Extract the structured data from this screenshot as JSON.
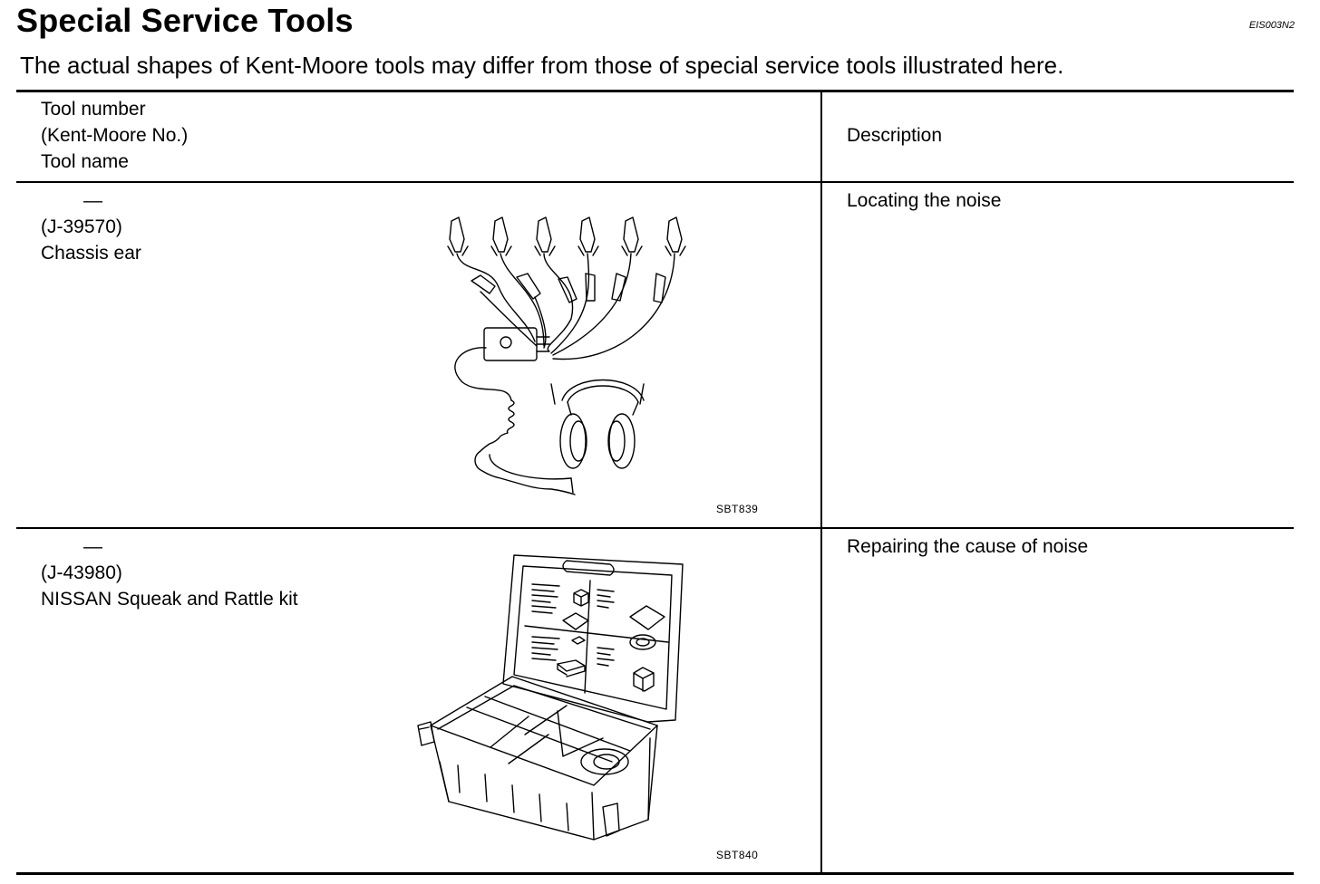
{
  "title": "Special Service Tools",
  "doc_id": "EIS003N2",
  "subtitle": "The actual shapes of Kent-Moore tools may differ from those of special service tools illustrated here.",
  "table": {
    "header": {
      "col1": [
        "Tool number",
        "(Kent-Moore No.)",
        "Tool name"
      ],
      "col2": "Description"
    },
    "rows": [
      {
        "tool_number": "—",
        "kent_moore_no": "(J-39570)",
        "tool_name": "Chassis ear",
        "illustration_ref": "SBT839",
        "description": "Locating the noise"
      },
      {
        "tool_number": "—",
        "kent_moore_no": "(J-43980)",
        "tool_name": "NISSAN Squeak and Rattle kit",
        "illustration_ref": "SBT840",
        "description": "Repairing the cause of noise"
      }
    ]
  }
}
